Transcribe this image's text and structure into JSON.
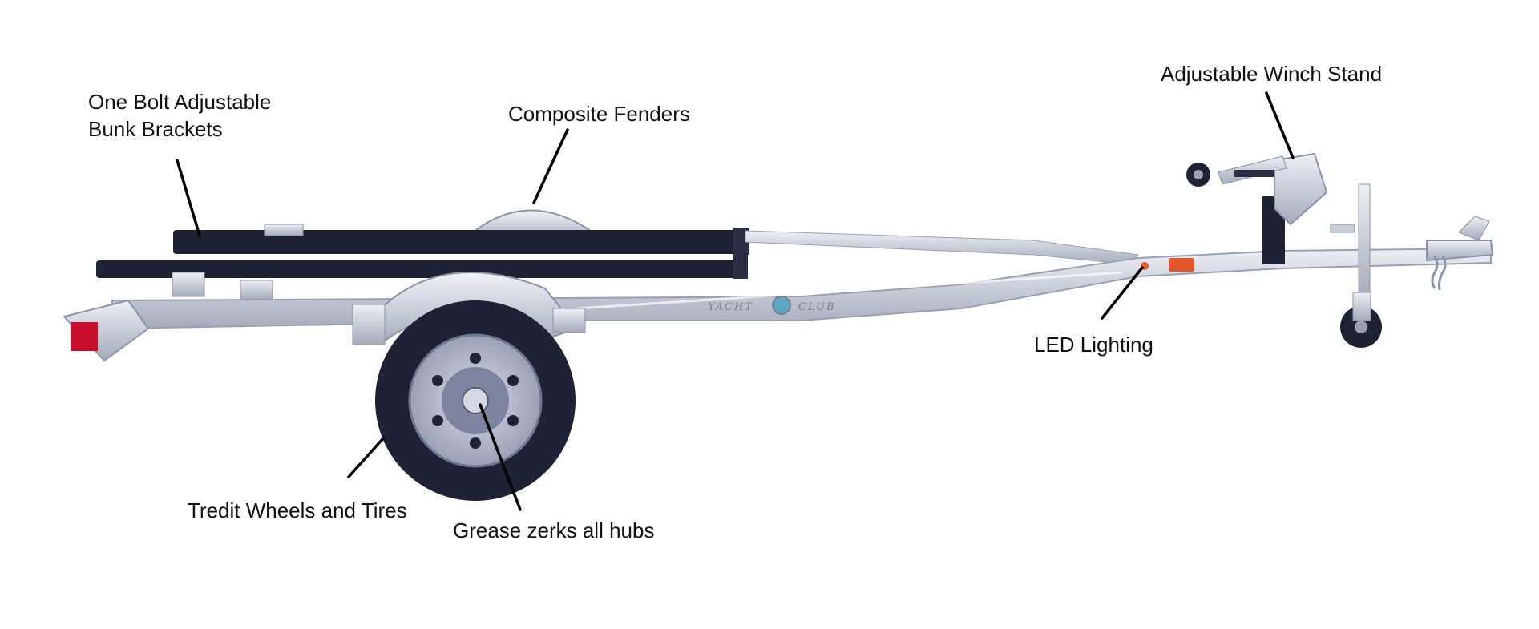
{
  "figure": {
    "background": "#ffffff",
    "callouts": [
      {
        "id": "bunk",
        "lines": [
          "One Bolt Adjustable",
          "Bunk Brackets"
        ]
      },
      {
        "id": "fenders",
        "lines": [
          "Composite Fenders"
        ]
      },
      {
        "id": "winch",
        "lines": [
          "Adjustable Winch Stand"
        ]
      },
      {
        "id": "led",
        "lines": [
          "LED Lighting"
        ]
      },
      {
        "id": "wheels",
        "lines": [
          "Tredit Wheels and Tires"
        ]
      },
      {
        "id": "grease",
        "lines": [
          "Grease zerks all hubs"
        ]
      }
    ],
    "leader_color": "#000000",
    "colors": {
      "aluminum": "#c9cdd8",
      "aluminum_shade": "#a6abbb",
      "bunk_carpet": "#1e2233",
      "tire": "#1f2234",
      "rim": "#b7bccb",
      "tail_light": "#c8102e",
      "side_marker": "#e2562b"
    },
    "logo": {
      "text_left": "YACHT",
      "text_right": "CLUB"
    }
  }
}
